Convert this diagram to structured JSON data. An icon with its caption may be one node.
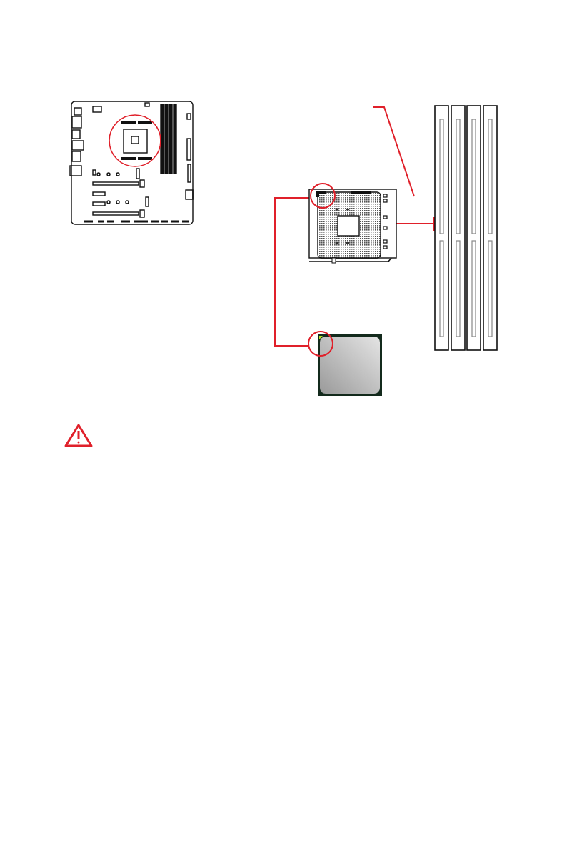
{
  "diagram": {
    "nodes": [
      {
        "text": [],
        "shape": "picture"
      },
      {
        "text": [],
        "shape": "circle"
      },
      {
        "text": [],
        "shape": "picture"
      },
      {
        "text": [],
        "shape": "circle"
      },
      {
        "text": [],
        "shape": "picture"
      }
    ],
    "edges": [
      {
        "from": 1,
        "to": 3,
        "arrow": "none"
      },
      {
        "from": 0,
        "to": 4,
        "arrow": "other"
      }
    ]
  }
}
